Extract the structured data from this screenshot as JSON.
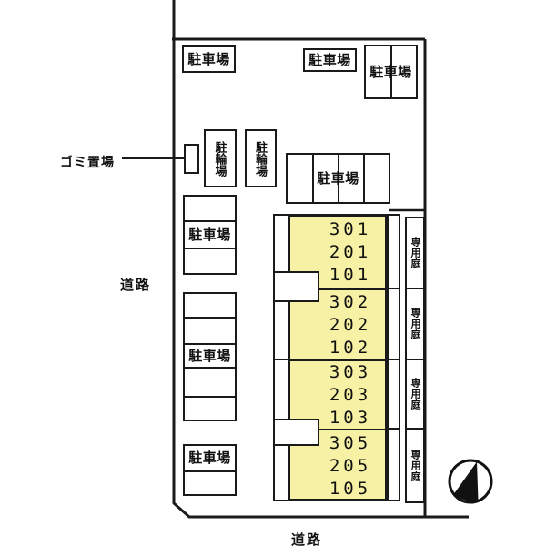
{
  "colors": {
    "unit_fill": "#F6F1A4",
    "line": "#1A1A1A",
    "background": "#FFFFFF"
  },
  "labels": {
    "parking": "駐車場",
    "bicycle_parking": "駐輪場",
    "garbage_area": "ゴミ置場",
    "road": "道路",
    "private_garden": "専用庭"
  },
  "units": [
    {
      "rooms": [
        "301",
        "201",
        "101"
      ],
      "garden": "専用庭"
    },
    {
      "rooms": [
        "302",
        "202",
        "102"
      ],
      "garden": "専用庭"
    },
    {
      "rooms": [
        "303",
        "203",
        "103"
      ],
      "garden": "専用庭"
    },
    {
      "rooms": [
        "305",
        "205",
        "105"
      ],
      "garden": "専用庭"
    }
  ],
  "icons": {
    "compass": "north-arrow-icon"
  }
}
